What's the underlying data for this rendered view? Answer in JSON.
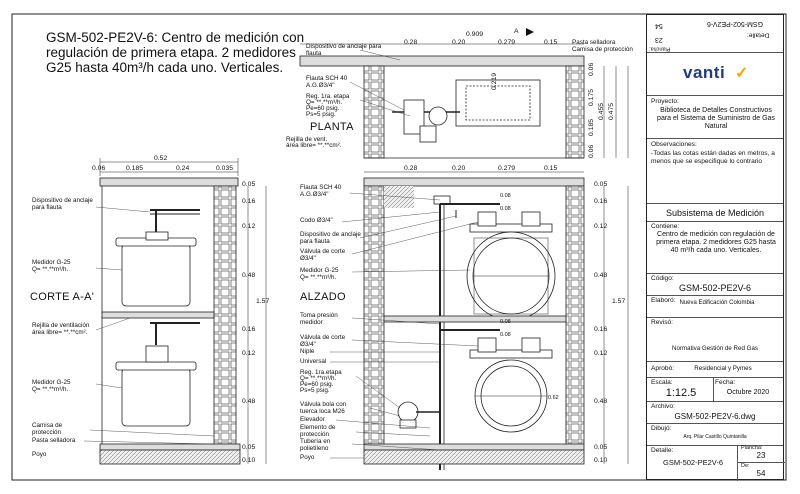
{
  "title": "GSM-502-PE2V-6: Centro de medición con regulación de primera etapa. 2 medidores G25 hasta 40m³/h cada uno.  Verticales.",
  "views": {
    "planta": "PLANTA",
    "corte": "CORTE A-A'",
    "alzado": "ALZADO",
    "section_mark": "A"
  },
  "corte": {
    "top_dims": [
      "0.52",
      "0.06",
      "0.185",
      "0.24",
      "0.035"
    ],
    "right_dims": [
      "0.05",
      "0.16",
      "0.12",
      "0.48",
      "0.16",
      "0.12",
      "0.48",
      "0.05",
      "0.10"
    ],
    "overall": "1.57",
    "labels": {
      "dispositivo": "Dispositivo de anclaje para flauta",
      "medidor1": "Medidor G-25",
      "medidor1_q": "Q= **.**m³/h.",
      "rejilla": "Rejilla de ventilación área libre=  **.**cm².",
      "medidor2": "Medidor G-25",
      "medidor2_q": "Q= **.**m³/h.",
      "camisa": "Camisa de protección",
      "pasta": "Pasta selladora",
      "poyo": "Poyo"
    }
  },
  "planta": {
    "top_dims": [
      "0.909",
      "0.28",
      "0.20",
      "0.279",
      "0.15"
    ],
    "right_dims": [
      "0.06",
      "0.175",
      "0.455",
      "0.475",
      "0.185",
      "0.06"
    ],
    "inner_dim": "0.219",
    "labels": {
      "dispositivo": "Dispositivo de anclaje para flauta",
      "flauta": "Flauta SCH 40",
      "flauta_ag": "A.G.Ø3/4\"",
      "reg": "Reg. 1ra. etapa",
      "reg_q": "Q= **.**m³/h.",
      "reg_pe": "Pe=60 psig.",
      "reg_ps": "Ps=5 psig.",
      "rejilla": "Rejilla de vent.",
      "rejilla_area": "área libre= **.**cm².",
      "pasta": "Pasta selladora",
      "camisa": "Camisa de protección"
    }
  },
  "alzado": {
    "top_dims": [
      "0.28",
      "0.20",
      "0.279",
      "0.15"
    ],
    "inner_dims": [
      "0.08",
      "0.08",
      "0.08",
      "0.08",
      "0.62"
    ],
    "right_dims": [
      "0.05",
      "0.16",
      "0.12",
      "0.48",
      "0.16",
      "0.12",
      "0.48",
      "0.05",
      "0.10"
    ],
    "overall": "1.57",
    "labels": {
      "flauta": "Flauta SCH 40",
      "flauta_ag": "A.G.Ø3/4\"",
      "codo": "Codo Ø3/4\"",
      "dispositivo": "Dispositivo de anclaje para flauta",
      "valvula": "Válvula de corte Ø3/4\"",
      "medidor": "Medidor G-25",
      "medidor_q": "Q= **.**m³/h.",
      "toma": "Toma presión medidor",
      "valvula2": "Válvula de corte Ø3/4\"",
      "niple": "Niple",
      "universal": "Universal",
      "reg": "Reg. 1ra.etapa",
      "reg_q": "Q= **.**m³/h.",
      "reg_pe": "Pe=60 psig.",
      "reg_ps": "Ps=5 psig.",
      "valvula_bola": "Válvula bola con tuerca loca M26",
      "elevador": "Elevador",
      "elemento": "Elemento de protección",
      "tuberia": "Tubería en polietileno",
      "poyo": "Poyo"
    }
  },
  "titleblock": {
    "code_flipped": "GSM-502-PE2V-6",
    "detalle_label": "Detalle:",
    "plancha_flipped": "23",
    "sheet_flipped": "54",
    "plancha_label": "Plancha:",
    "brand": "vanti",
    "proyecto_label": "Proyecto:",
    "proyecto": "Biblioteca de Detalles Constructivos para el Sistema de Suministro de Gas Natural",
    "observaciones_label": "Observaciones:",
    "observaciones": "-Todas las cotas están dadas en metros, a menos que se especifique lo contrario",
    "subsistema": "Subsistema de Medición",
    "contiene_label": "Contiene:",
    "contiene": "Centro de medición con regulación de primera etapa.  2 medidores G25 hasta 40 m³/h cada uno. Verticales.",
    "codigo_label": "Código:",
    "codigo": "GSM-502-PE2V-6",
    "elaboro_label": "Elaboró:",
    "elaboro": "Nueva Edificación Colombia",
    "reviso_label": "Revisó:",
    "reviso": "Normativa Gestión de Red Gas",
    "aprobo_label": "Aprobó:",
    "aprobo": "Residencial y Pymes",
    "escala_label": "Escala:",
    "escala": "1:12.5",
    "fecha_label": "Fecha:",
    "fecha": "Octubre 2020",
    "archivo_label": "Archivo:",
    "archivo": "GSM-502-PE2V-6.dwg",
    "dibujo_label": "Dibujó:",
    "dibujo": "Arq. Pilar Castillo Quintanilla",
    "detalle2_label": "Detalle:",
    "detalle2": "GSM-502-PE2V-6",
    "plancha2_label": "Plancha:",
    "plancha2": "23",
    "de_label": "De:",
    "de": "54"
  }
}
